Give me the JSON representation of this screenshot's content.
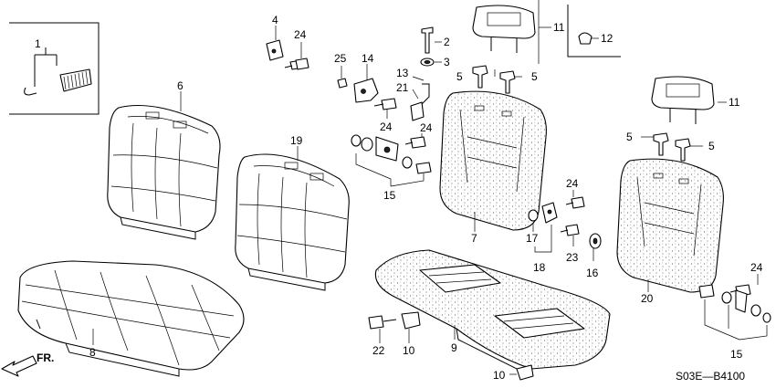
{
  "diagram": {
    "catalog_code": "S03E—B4100",
    "direction_label": "FR.",
    "callouts": [
      {
        "id": "c1",
        "label": "1"
      },
      {
        "id": "c2",
        "label": "2"
      },
      {
        "id": "c3",
        "label": "3"
      },
      {
        "id": "c4",
        "label": "4"
      },
      {
        "id": "c5a",
        "label": "5"
      },
      {
        "id": "c5b",
        "label": "5"
      },
      {
        "id": "c5c",
        "label": "5"
      },
      {
        "id": "c5d",
        "label": "5"
      },
      {
        "id": "c6",
        "label": "6"
      },
      {
        "id": "c7",
        "label": "7"
      },
      {
        "id": "c8",
        "label": "8"
      },
      {
        "id": "c9",
        "label": "9"
      },
      {
        "id": "c10a",
        "label": "10"
      },
      {
        "id": "c10b",
        "label": "10"
      },
      {
        "id": "c11a",
        "label": "11"
      },
      {
        "id": "c11b",
        "label": "11"
      },
      {
        "id": "c12",
        "label": "12"
      },
      {
        "id": "c13",
        "label": "13"
      },
      {
        "id": "c14",
        "label": "14"
      },
      {
        "id": "c15a",
        "label": "15"
      },
      {
        "id": "c15b",
        "label": "15"
      },
      {
        "id": "c16",
        "label": "16"
      },
      {
        "id": "c17",
        "label": "17"
      },
      {
        "id": "c18",
        "label": "18"
      },
      {
        "id": "c19",
        "label": "19"
      },
      {
        "id": "c20",
        "label": "20"
      },
      {
        "id": "c21",
        "label": "21"
      },
      {
        "id": "c22",
        "label": "22"
      },
      {
        "id": "c23",
        "label": "23"
      },
      {
        "id": "c24a",
        "label": "24"
      },
      {
        "id": "c24b",
        "label": "24"
      },
      {
        "id": "c24c",
        "label": "24"
      },
      {
        "id": "c24d",
        "label": "24"
      },
      {
        "id": "c24e",
        "label": "24"
      },
      {
        "id": "c25",
        "label": "25"
      }
    ]
  }
}
